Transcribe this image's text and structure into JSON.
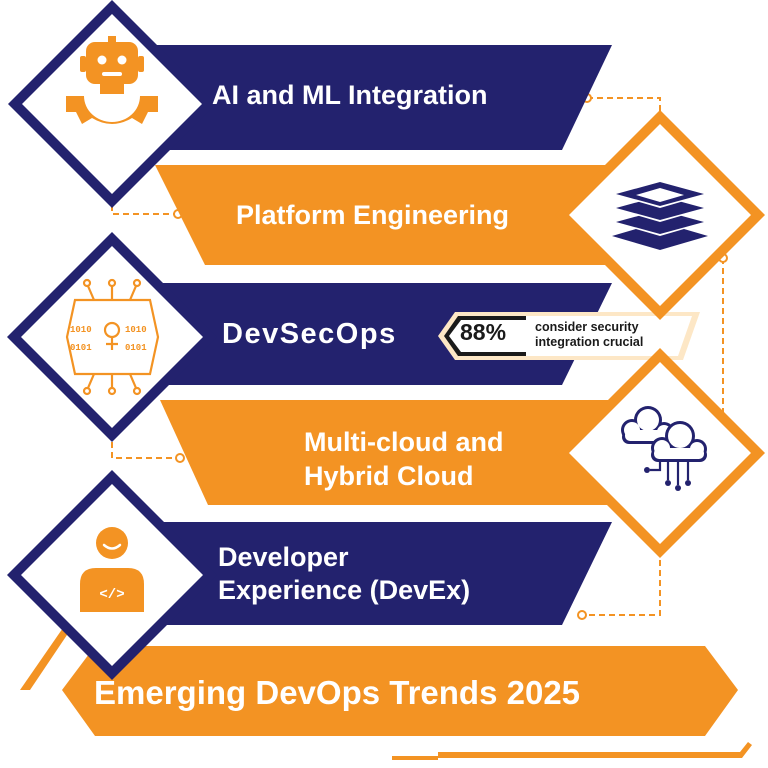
{
  "colors": {
    "navy": "#23226e",
    "orange": "#f39323",
    "white": "#ffffff"
  },
  "trends": [
    {
      "label": "AI and ML Integration",
      "icon": "robot-gear-icon",
      "color": "navy"
    },
    {
      "label": "Platform Engineering",
      "icon": "layers-icon",
      "color": "orange"
    },
    {
      "label": "DevSecOps",
      "icon": "binary-circuit-lock-icon",
      "color": "navy"
    },
    {
      "label_line1": "Multi-cloud and",
      "label_line2": "Hybrid Cloud",
      "icon": "cloud-network-icon",
      "color": "orange"
    },
    {
      "label_line1": "Developer",
      "label_line2": "Experience (DevEx)",
      "icon": "developer-code-icon",
      "color": "navy"
    }
  ],
  "stat": {
    "value": "88%",
    "text_line1": "consider security",
    "text_line2": "integration crucial"
  },
  "title": "Emerging DevOps Trends 2025"
}
